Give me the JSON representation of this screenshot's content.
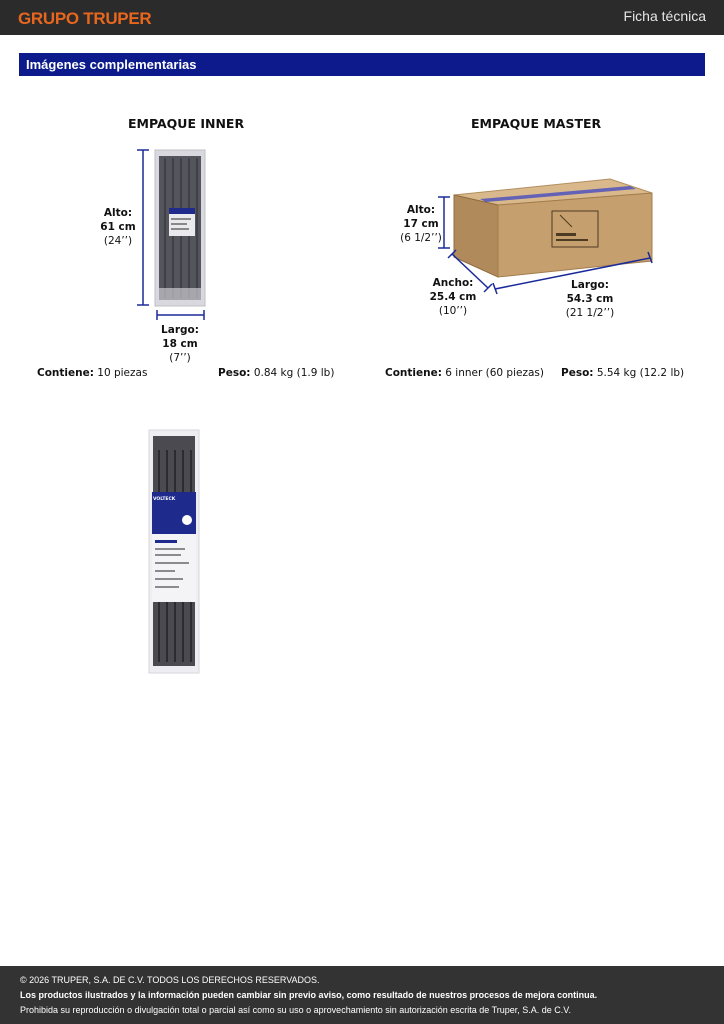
{
  "header": {
    "logo": "GRUPO TRUPER",
    "title": "Ficha técnica"
  },
  "section": {
    "title": "Imágenes complementarias"
  },
  "inner": {
    "title": "EMPAQUE INNER",
    "alto": {
      "label": "Alto:",
      "metric": "61 cm",
      "imperial": "(24’’)"
    },
    "largo": {
      "label": "Largo:",
      "metric": "18 cm",
      "imperial": "(7’’)"
    },
    "contiene_label": "Contiene:",
    "contiene_value": "10 piezas",
    "peso_label": "Peso:",
    "peso_value": "0.84 kg (1.9 lb)"
  },
  "master": {
    "title": "EMPAQUE MASTER",
    "alto": {
      "label": "Alto:",
      "metric": "17 cm",
      "imperial": "(6 1/2’’)"
    },
    "ancho": {
      "label": "Ancho:",
      "metric": "25.4 cm",
      "imperial": "(10’’)"
    },
    "largo": {
      "label": "Largo:",
      "metric": "54.3 cm",
      "imperial": "(21 1/2’’)"
    },
    "contiene_label": "Contiene:",
    "contiene_value": "6 inner (60 piezas)",
    "peso_label": "Peso:",
    "peso_value": "5.54 kg (12.2 lb)"
  },
  "product": {
    "brand": "VOLTECK"
  },
  "footer": {
    "line1": "© 2026 TRUPER, S.A. DE C.V. TODOS LOS DERECHOS RESERVADOS.",
    "line2": "Los productos ilustrados y la información pueden cambiar sin previo aviso, como resultado de nuestros procesos de mejora continua.",
    "line3": "Prohibida su reproducción o divulgación total o parcial así como su uso o aprovechamiento sin autorización escrita de Truper, S.A. de C.V."
  },
  "colors": {
    "header_bg": "#2b2b2b",
    "logo": "#e8661d",
    "section_bar": "#0c1a8c",
    "dimension_line": "#1a2a9a",
    "footer_bg": "#333333"
  }
}
